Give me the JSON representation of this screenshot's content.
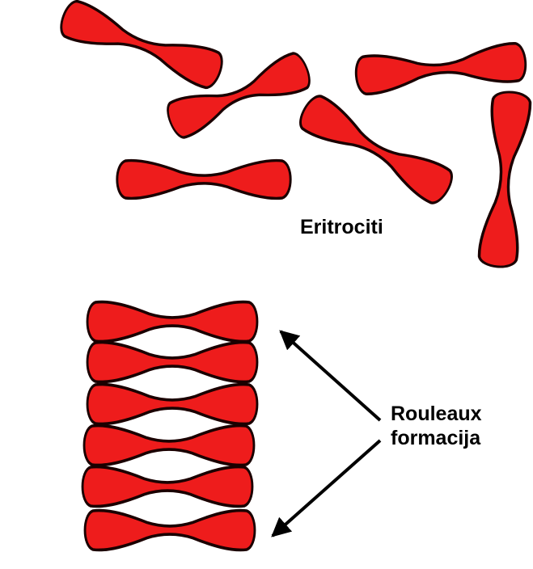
{
  "labels": {
    "scattered_cells": "Eritrociti",
    "stack_line1": "Rouleaux",
    "stack_line2": "formacija"
  },
  "colors": {
    "cell_fill": "#ee1c1c",
    "cell_outline": "#1a0000",
    "arrow": "#000000"
  },
  "counts": {
    "scattered_cells": 6,
    "stacked_cells": 6
  }
}
